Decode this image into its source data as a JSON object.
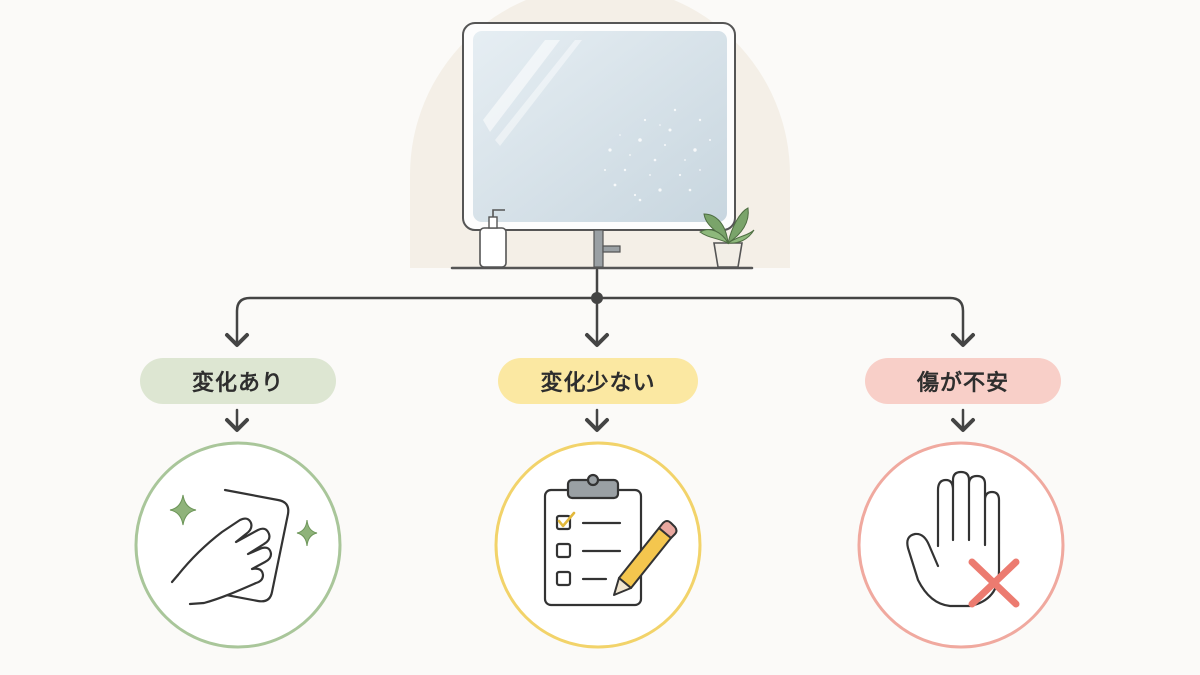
{
  "colors": {
    "line": "#444444",
    "green": "#8fb37a",
    "yellow": "#f2d36a",
    "red": "#ef9a8e",
    "backdrop": "#f4efe7"
  },
  "scene": {
    "icon": "bathroom-mirror-illustration"
  },
  "branches": [
    {
      "label": "変化あり",
      "icon": "wiping-hand-icon",
      "color": "green"
    },
    {
      "label": "変化少ない",
      "icon": "checklist-clipboard-icon",
      "color": "yellow"
    },
    {
      "label": "傷が不安",
      "icon": "hand-stop-icon",
      "color": "red"
    }
  ]
}
